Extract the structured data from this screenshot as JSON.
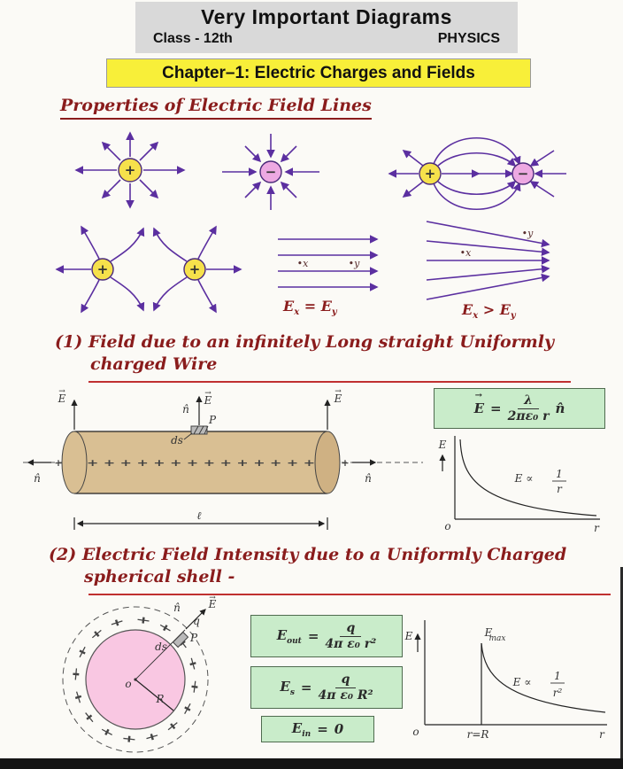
{
  "header": {
    "title": "Very Important Diagrams",
    "class_label": "Class - 12th",
    "subject": "PHYSICS"
  },
  "chapter": {
    "title": "Chapter–1: Electric Charges and Fields"
  },
  "properties": {
    "heading": "Properties of Electric Field Lines"
  },
  "charges": {
    "plus": "+",
    "minus": "−"
  },
  "labels": {
    "E": "E",
    "vec": "→"
  },
  "uniform_field": {
    "point_x": "•x",
    "point_y": "•y",
    "eq_lhs": "E",
    "eq_lhs_sub": "x",
    "eq_op": " = ",
    "eq_rhs": "E",
    "eq_rhs_sub": "y"
  },
  "nonuniform_field": {
    "point_x": "•x",
    "point_y": "•y",
    "eq_lhs": "E",
    "eq_lhs_sub": "x",
    "eq_op": " > ",
    "eq_rhs": "E",
    "eq_rhs_sub": "y"
  },
  "section1": {
    "number": "(1)",
    "line1": "Field due to an infinitely Long straight Uniformly",
    "line2": "charged Wire"
  },
  "wire_diagram": {
    "n_hat": "n̂",
    "P": "P",
    "ds": "ds",
    "length": "ℓ",
    "plus": "+",
    "axis_charges": "+ + + + + + + + + + + + + +"
  },
  "wire_formula": {
    "eq": "=",
    "num": "λ",
    "den": "2πε₀ r",
    "nhat": "n̂"
  },
  "wire_graph": {
    "y_label": "E",
    "x_label": "r",
    "origin": "o",
    "prop_lhs": "E ∝",
    "prop_num": "1",
    "prop_den": "r"
  },
  "section2": {
    "number": "(2)",
    "line1": "Electric Field Intensity due to a Uniformly Charged",
    "line2": "spherical shell -"
  },
  "sphere_diagram": {
    "n_hat": "n̂",
    "q": "q",
    "P": "P",
    "ds": "ds",
    "center": "o",
    "R": "R",
    "ring_charges": "+ + + + + + + + + + + + + + + +"
  },
  "sphere_formulas": {
    "out_base": "E",
    "out_sub": "out",
    "out_eq": "=",
    "out_num": "q",
    "out_den": "4π ε₀ r²",
    "s_base": "E",
    "s_sub": "s",
    "s_eq": "=",
    "s_num": "q",
    "s_den": "4π ε₀ R²",
    "in_base": "E",
    "in_sub": "in",
    "in_eq": "=",
    "in_val": "0"
  },
  "sphere_graph": {
    "y_label": "E",
    "x_label": "r",
    "origin": "o",
    "emax_base": "E",
    "emax_sub": "max",
    "r_eq_R": "r=R",
    "prop_lhs": "E ∝",
    "prop_num": "1",
    "prop_den": "r²"
  }
}
